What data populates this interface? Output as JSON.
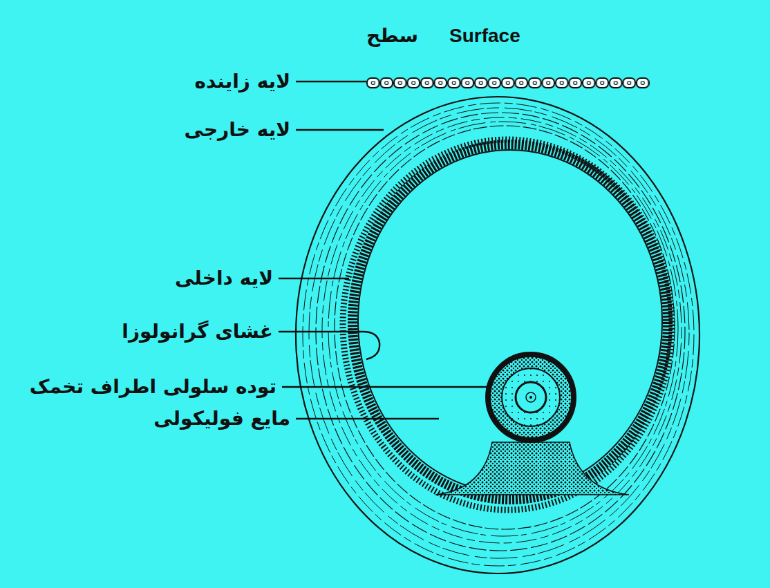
{
  "diagram": {
    "labels": [
      "سطح",
      "Surface",
      "لایه زاینده",
      "لایه خارجی",
      "لایه داخلی",
      "غشای گرانولوزا",
      "توده سلولی اطراف تخمک",
      "مایع فولیکولی"
    ]
  }
}
